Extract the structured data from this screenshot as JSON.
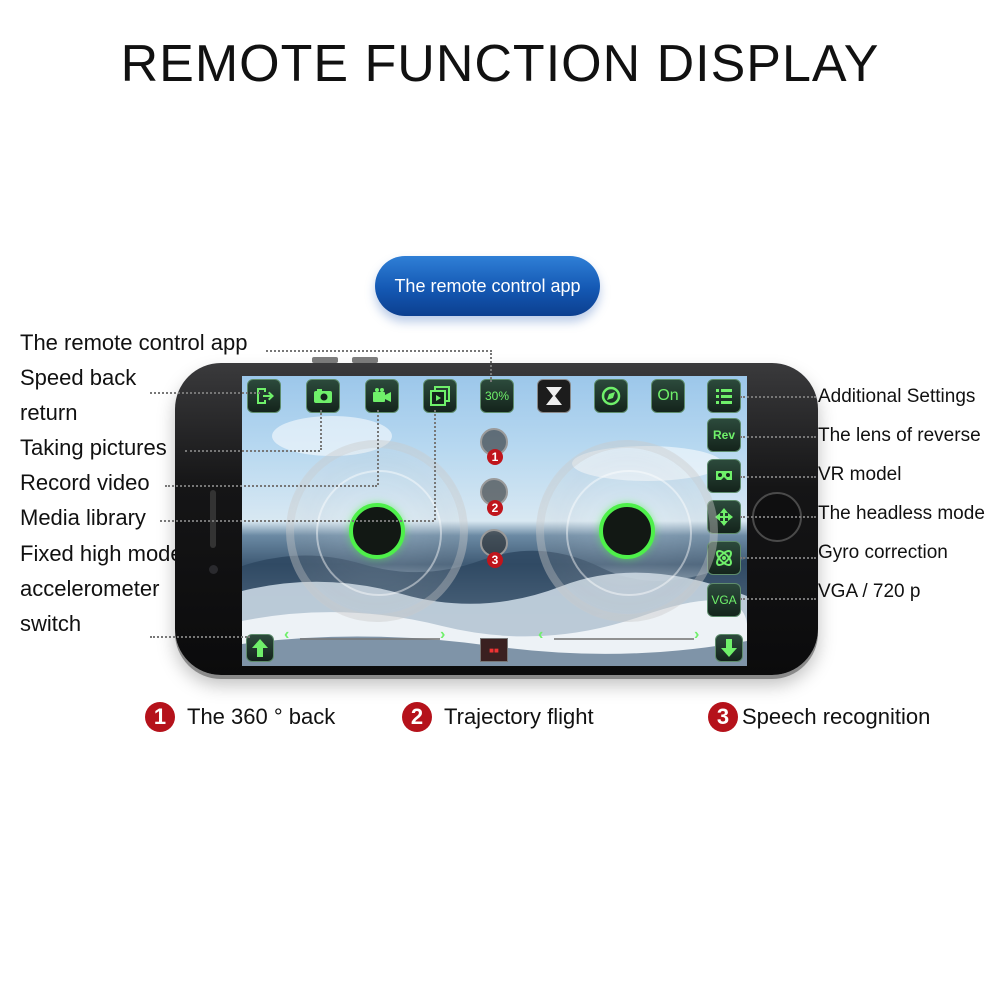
{
  "title": "REMOTE FUNCTION DISPLAY",
  "pill_label": "The remote control app",
  "left_labels": [
    "The remote control app",
    "Speed back",
    "return",
    "Taking pictures",
    "Record video",
    "Media library",
    "Fixed high mode",
    "accelerometer",
    "switch"
  ],
  "right_labels": [
    "Additional Settings",
    "The lens of reverse",
    "VR model",
    "The headless mode",
    "Gyro correction",
    "VGA / 720 p"
  ],
  "app_screen": {
    "speed_label": "30%",
    "on_label": "On",
    "rev_label": "Rev",
    "vga_label": "VGA",
    "mid_badges": [
      "1",
      "2",
      "3"
    ],
    "icons": [
      "exit-icon",
      "camera-icon",
      "video-icon",
      "gallery-icon",
      "speed-indicator",
      "hourglass-icon",
      "compass-icon",
      "switch-on-icon",
      "settings-list-icon",
      "rev-icon",
      "vr-icon",
      "headless-icon",
      "gyro-icon",
      "vga-icon",
      "up-arrow-icon",
      "down-arrow-icon"
    ]
  },
  "legend": [
    {
      "num": "1",
      "label": "The 360 ° back"
    },
    {
      "num": "2",
      "label": "Trajectory flight"
    },
    {
      "num": "3",
      "label": "Speech recognition"
    }
  ],
  "colors": {
    "accent_green": "#6ff06a",
    "pill_blue": "#1458b3",
    "badge_red": "#b5121b"
  }
}
